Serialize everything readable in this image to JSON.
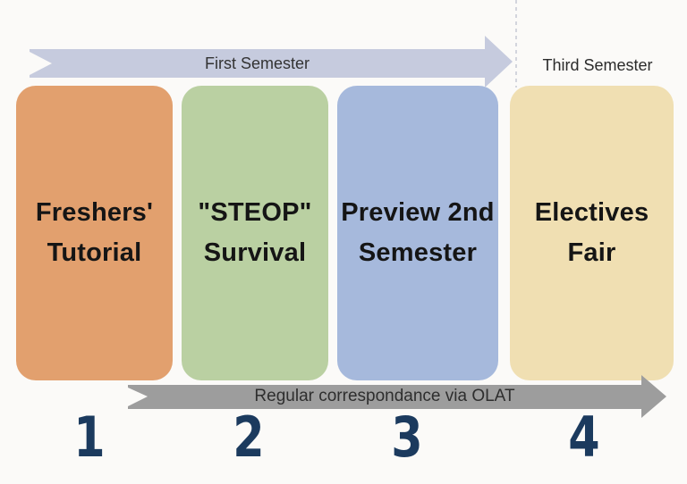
{
  "background_color": "#fbfaf8",
  "top_arrow": {
    "label": "First Semester",
    "color": "#c6cbde",
    "text_color": "#333333"
  },
  "third_semester": {
    "label": "Third Semester",
    "text_color": "#2b2b2b"
  },
  "divider": {
    "color": "#d3d5dd",
    "style": "dashed-vertical"
  },
  "cards": [
    {
      "line1": "Freshers'",
      "line2": "Tutorial",
      "color": "#e2a06e",
      "number": "1"
    },
    {
      "line1": "\"STEOP\"",
      "line2": "Survival",
      "color": "#bad0a2",
      "number": "2"
    },
    {
      "line1": "Preview 2nd",
      "line2": "Semester",
      "color": "#a6b9dc",
      "number": "3"
    },
    {
      "line1": "Electives",
      "line2": "Fair",
      "color": "#f0dfb2",
      "number": "4"
    }
  ],
  "bottom_arrow": {
    "label": "Regular correspondance via OLAT",
    "color": "#9d9d9d",
    "text_color": "#2e2e2e"
  },
  "numbers_color": "#1b3a5e"
}
